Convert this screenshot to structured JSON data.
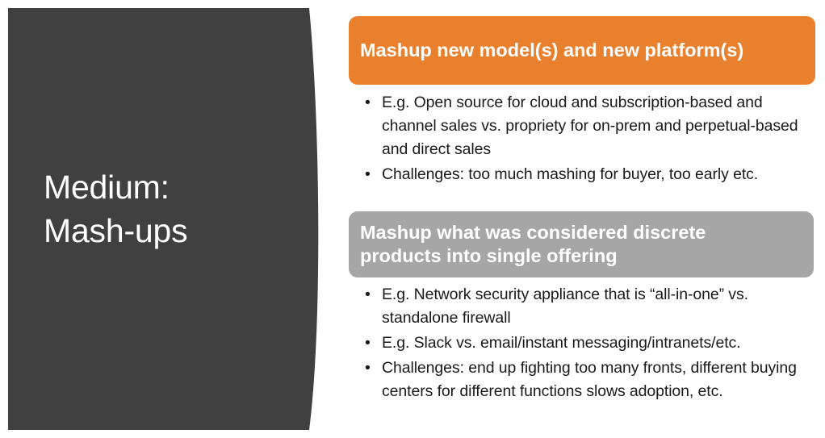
{
  "slide": {
    "background_color": "#ffffff",
    "left_panel": {
      "background_color": "#404040",
      "title": "Medium:\nMash-ups"
    },
    "sections": [
      {
        "banner": {
          "id": "orange",
          "color": "#E8802E",
          "lines": [
            "Mashup new model(s) and new platform(s)"
          ]
        },
        "bullets": [
          "E.g. Open source for cloud and subscription-based and channel sales vs. propriety for on-prem and perpetual-based and direct sales",
          "Challenges:  too much mashing for buyer, too early etc."
        ]
      },
      {
        "banner": {
          "id": "gray",
          "color": "#A6A6A6",
          "lines": [
            "Mashup what was considered discrete",
            "products into single offering"
          ]
        },
        "bullets": [
          "E.g. Network security appliance that is “all-in-one” vs. standalone firewall",
          "E.g. Slack vs. email/instant messaging/intranets/etc.",
          "Challenges:  end up fighting too many fronts, different buying centers for different functions slows adoption, etc."
        ]
      }
    ]
  }
}
